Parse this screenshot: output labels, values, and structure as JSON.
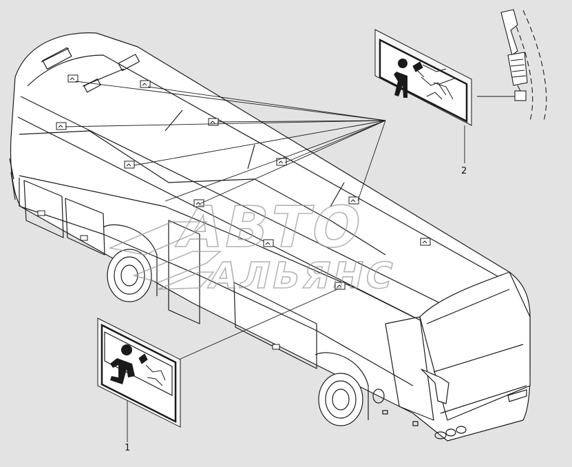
{
  "callouts": [
    {
      "id": "1",
      "label": "1"
    },
    {
      "id": "2",
      "label": "2"
    }
  ],
  "watermark": {
    "line1": "АВТО",
    "line2": "АЛЬЯНС"
  },
  "colors": {
    "background": "#e3e3e3",
    "line": "#1a1a1a",
    "watermark": "#9a9a9a"
  },
  "icons": [
    "bus-outline",
    "emergency-exit-sign",
    "window-hammer-icon",
    "running-person-icon"
  ]
}
